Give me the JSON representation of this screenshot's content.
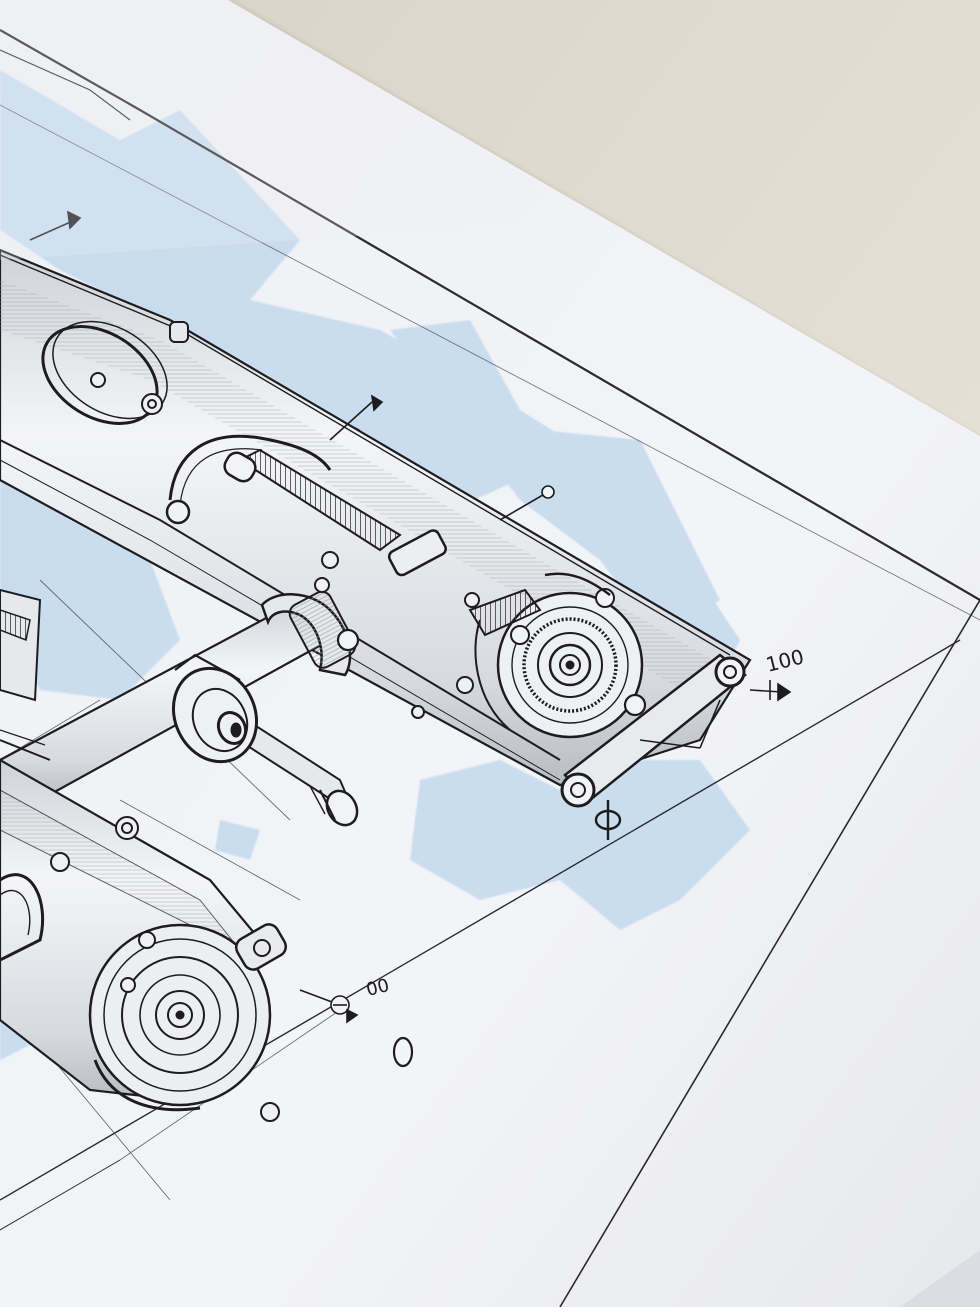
{
  "photo": {
    "subject": "technical-drawing-sheet",
    "colors": {
      "table": "#e4ded3",
      "paper": "#f2f3f6",
      "ink": "#1d1d1f",
      "wash": "#bcd6ec"
    }
  },
  "drawing": {
    "dimension_label": "100",
    "secondary_label": "00"
  }
}
